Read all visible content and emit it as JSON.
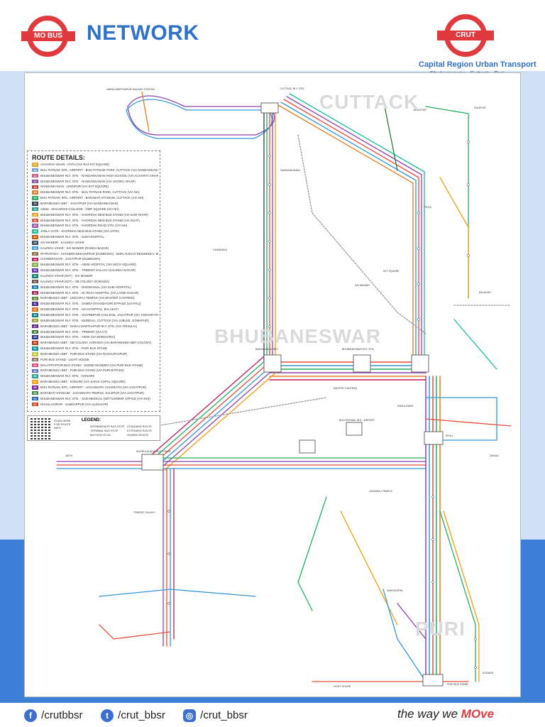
{
  "header": {
    "mobus_logo_text": "MO BUS",
    "title": "NETWORK",
    "crut_logo_text": "CRUT",
    "crut_name": "Capital Region Urban Transport",
    "crut_cities": "Bhubaneswar • Cuttack • Puri"
  },
  "districts": {
    "cuttack": "CUTTACK",
    "bhubaneswar": "BHUBANESWAR",
    "puri": "PURI"
  },
  "legend": {
    "title": "ROUTE DETAILS:",
    "routes": [
      {
        "code": "03",
        "color": "#e8a317",
        "text": "ACHARYA VIHAR - PATIA (VIA RAJ-KIT SQUARE)"
      },
      {
        "code": "10",
        "color": "#6a9fd8",
        "text": "BIJU PATNAIK INTL. AIRPORT - BIJU PATNAIK PARK, CUTTACK (VIA NANDANKANAN)"
      },
      {
        "code": "11",
        "color": "#d94f8a",
        "text": "BHUBANESWAR RLY. STN. - NANDANKANAN HIGH SCHOOL (VIA ACHARYA VIHAR)"
      },
      {
        "code": "12",
        "color": "#8e44ad",
        "text": "BHUBANESWAR RLY. STN. - NANDANKANAN (VIA JAYDEV VIHAR)"
      },
      {
        "code": "13",
        "color": "#c0392b",
        "text": "NANDANKANAN - LINGIPUR (VIA KIIT SQUARE)"
      },
      {
        "code": "14",
        "color": "#e67e22",
        "text": "BHUBANESWAR RLY. STN. - BIJU PATNAIK PARK, CUTTACK (VIA NH)"
      },
      {
        "code": "15",
        "color": "#27ae60",
        "text": "BIJU PATNAIK INTL. AIRPORT - BARABATI STADIUM, CUTTACK (VIA NH)"
      },
      {
        "code": "18",
        "color": "#2c3e50",
        "text": "BARAMUNDA ISBT - JAGATPUR (VIA NANDANKANAN)"
      },
      {
        "code": "19",
        "color": "#16a085",
        "text": "AIIMS - MAHARSHI COLLEGE - OMP SQUARE (VIA NH)"
      },
      {
        "code": "20",
        "color": "#f39c12",
        "text": "BHUBANESWAR RLY. STN. - KHORDHA NEW BUS STAND (VIA SAM VIHAR)"
      },
      {
        "code": "21",
        "color": "#e74c3c",
        "text": "BHUBANESWAR RLY. STN. - KHORDHA NEW BUS STAND (VIA OUAT)"
      },
      {
        "code": "22",
        "color": "#9b59b6",
        "text": "BHUBANESWAR RLY. STN. - KHORDHA ROAD STN. (VIA NH)"
      },
      {
        "code": "23",
        "color": "#1abc9c",
        "text": "JANLA GATE - KHORDHA NEW BUS STAND (VIA JATNI)"
      },
      {
        "code": "24",
        "color": "#d35400",
        "text": "BHUBANESWAR RLY. STN. - SUM HOSPITAL"
      },
      {
        "code": "25",
        "color": "#34495e",
        "text": "SAI MANDIR - KALINGA VIHAR"
      },
      {
        "code": "26",
        "color": "#3498db",
        "text": "KALINGA VIHAR - SAI MANDIR (RANGA BAZAR)"
      },
      {
        "code": "27",
        "color": "#8e6c3a",
        "text": "PATRAPADA - CHANDRASEKHARPUR (DUMDUMA) - BHPL NAKCO RESIDENCY, MANCHESWAR (RANGAMATIA)"
      },
      {
        "code": "28",
        "color": "#c2185b",
        "text": "CHANDRASAHI - JAGATPUR (DUMDUMA)"
      },
      {
        "code": "29",
        "color": "#7cb342",
        "text": "BHUBANESWAR RLY. STN. - AIIMS HOSPITAL (VIA SISTA SQUARE)"
      },
      {
        "code": "30",
        "color": "#5e35b1",
        "text": "BHUBANESWAR RLY. STN. - TRIDENT GALAXY (KALINGA NAGAR)"
      },
      {
        "code": "31",
        "color": "#00897b",
        "text": "KALINGA VIHAR (KIIT) - SAI MANDIR"
      },
      {
        "code": "32",
        "color": "#6d4c41",
        "text": "KALINGA VIHAR (KIIT) - OB COLONY (KORADIA)"
      },
      {
        "code": "33",
        "color": "#0277bd",
        "text": "BHUBANESWAR RLY. STN. - DHENKANAL (VIA SUM HOSPITAL)"
      },
      {
        "code": "34",
        "color": "#ad1457",
        "text": "BHUBANESWAR RLY. STN. - IN TECH HOSPITAL (VIA LAXMI SAGAR)"
      },
      {
        "code": "40",
        "color": "#558b2f",
        "text": "BARAMUNDA ISBT - LINGARAJ TEMPLE (VIA MASTER CANTEEN)"
      },
      {
        "code": "41",
        "color": "#4527a0",
        "text": "BHUBANESWAR RLY. STN. - SAMEA (KHANDAGIRI BYPASS (VIA PAL))"
      },
      {
        "code": "42",
        "color": "#ef6c00",
        "text": "BHUBANESWAR RLY. STN. - SAI HOSPITAL, BALAKATI"
      },
      {
        "code": "43",
        "color": "#00838f",
        "text": "BHUBANESWAR RLY. STN. - GOVINDPUR COLLEGE, JAGATPUR (VIA JANGOR PITHA)"
      },
      {
        "code": "45",
        "color": "#9e9d24",
        "text": "BHUBANESWAR RLY. STN. - MUNDALI, CUTTACK (VIA JUBLEE, GOMAPUR)"
      },
      {
        "code": "47",
        "color": "#6a1b9a",
        "text": "BARAMUNDA ISBT - NARAJ MARTHAPUR RLY. STN. (VIA TRISULIA)"
      },
      {
        "code": "48",
        "color": "#2e7d32",
        "text": "BHUBANESWAR RLY. STN. - TRIDENT (VIA CT)"
      },
      {
        "code": "49",
        "color": "#283593",
        "text": "BHUBANESWAR RLY. STN. - AIIMS (VIA BHINGARIA)"
      },
      {
        "code": "50",
        "color": "#bf360c",
        "text": "BARAMUNDA ISBT - OB COLONY, KORADIA (VIA BARAMUNDA BBT COLONY)"
      },
      {
        "code": "51",
        "color": "#0097a7",
        "text": "BHUBANESWAR RLY. STN. - PURI BUS STAND"
      },
      {
        "code": "52",
        "color": "#c0ca33",
        "text": "BARAMUNDA ISBT - PURI BUS STAND (VIA RAGHURAJPUR)"
      },
      {
        "code": "53",
        "color": "#8d6e63",
        "text": "PURI BUS STAND - LIGHT HOUSE"
      },
      {
        "code": "54",
        "color": "#ec407a",
        "text": "MALATIPATPUR BUS STAND - SHREE MANDIRA (VIA PURI BUS STAND)"
      },
      {
        "code": "55",
        "color": "#5c6bc0",
        "text": "BARAMUNDA ISBT - PURI BUS STAND (VIA PURI BYPASS)"
      },
      {
        "code": "56",
        "color": "#26a69a",
        "text": "BHUBANESWAR RLY. STN. - KONARK"
      },
      {
        "code": "57",
        "color": "#ffa000",
        "text": "BARAMUNDA ISBT - KONARK (VIA SAKHI GOPAL SQUARE)"
      },
      {
        "code": "58",
        "color": "#7b1fa2",
        "text": "BIJU PATNAIK INTL. AIRPORT - JAGANNATH CHAKRATIA (VIA JAGATPUR)"
      },
      {
        "code": "59",
        "color": "#388e3c",
        "text": "BARABATI STADIUM - JAGANNATH TEMPLE, SALEPUR (VIA JAGATPUR)"
      },
      {
        "code": "60",
        "color": "#1565c0",
        "text": "BHUBANESWAR RLY. STN. - SCB MEDICAL (SETTLEMENT OFFICE (VIA NH))"
      },
      {
        "code": "61",
        "color": "#d84315",
        "text": "DHAULAGIRAR - SAMSAPPUR (VIA ALINAGAR)"
      }
    ]
  },
  "key": {
    "qr_caption": "SCAN HERE FOR ROUTE INFO",
    "title": "LEGEND:",
    "items": [
      "INTERMEDIATE BUS STOP",
      "TERMINAL BUS STOP",
      "BUS ROUTE NO.",
      "STANDARD ROUTE",
      "EXTENDED ROUTE",
      "SHARED ROUTE"
    ]
  },
  "stops": {
    "cuttack_rly": "CUTTACK RLY. STN.",
    "sabi_marthapur": "NARAJ MARTHAPUR RAILWAY STATION",
    "jagatpur": "JAGATPUR",
    "baramunda": "BARAMUNDA ISBT",
    "bbsr_rly": "BHUBANESWAR RLY. STN.",
    "airport": "BIJU PATNAIK INTL. AIRPORT",
    "nandankanan": "NANDANKANAN",
    "kiit": "KIIT SQUARE",
    "patia": "PATIA",
    "khordha": "KHORDHA NEW BUS STAND",
    "jatni": "JATNI",
    "puri_bus_stand": "PURI BUS STAND",
    "konark": "KONARK",
    "sai_mandir": "SAI MANDIR",
    "lingaraj": "LINGARAJ TEMPLE",
    "rasulgarh": "RASULGARH",
    "master_canteen": "MASTER CANTEEN",
    "trident_galaxy": "TRIDENT GALAXY",
    "pipili": "PIPILI",
    "sakhigopal": "SAKHIGOPAL",
    "light_house": "LIGHT HOUSE",
    "salepur": "SALEPUR",
    "chandaka": "CHANDAKA",
    "balakati": "BALAKATI",
    "dhauli": "DHAULI"
  },
  "footer": {
    "facebook": "/crutbbsr",
    "twitter": "/crut_bbsr",
    "instagram": "/crut_bbsr",
    "tagline_prefix": "the way we ",
    "tagline_brand": "MOve"
  }
}
